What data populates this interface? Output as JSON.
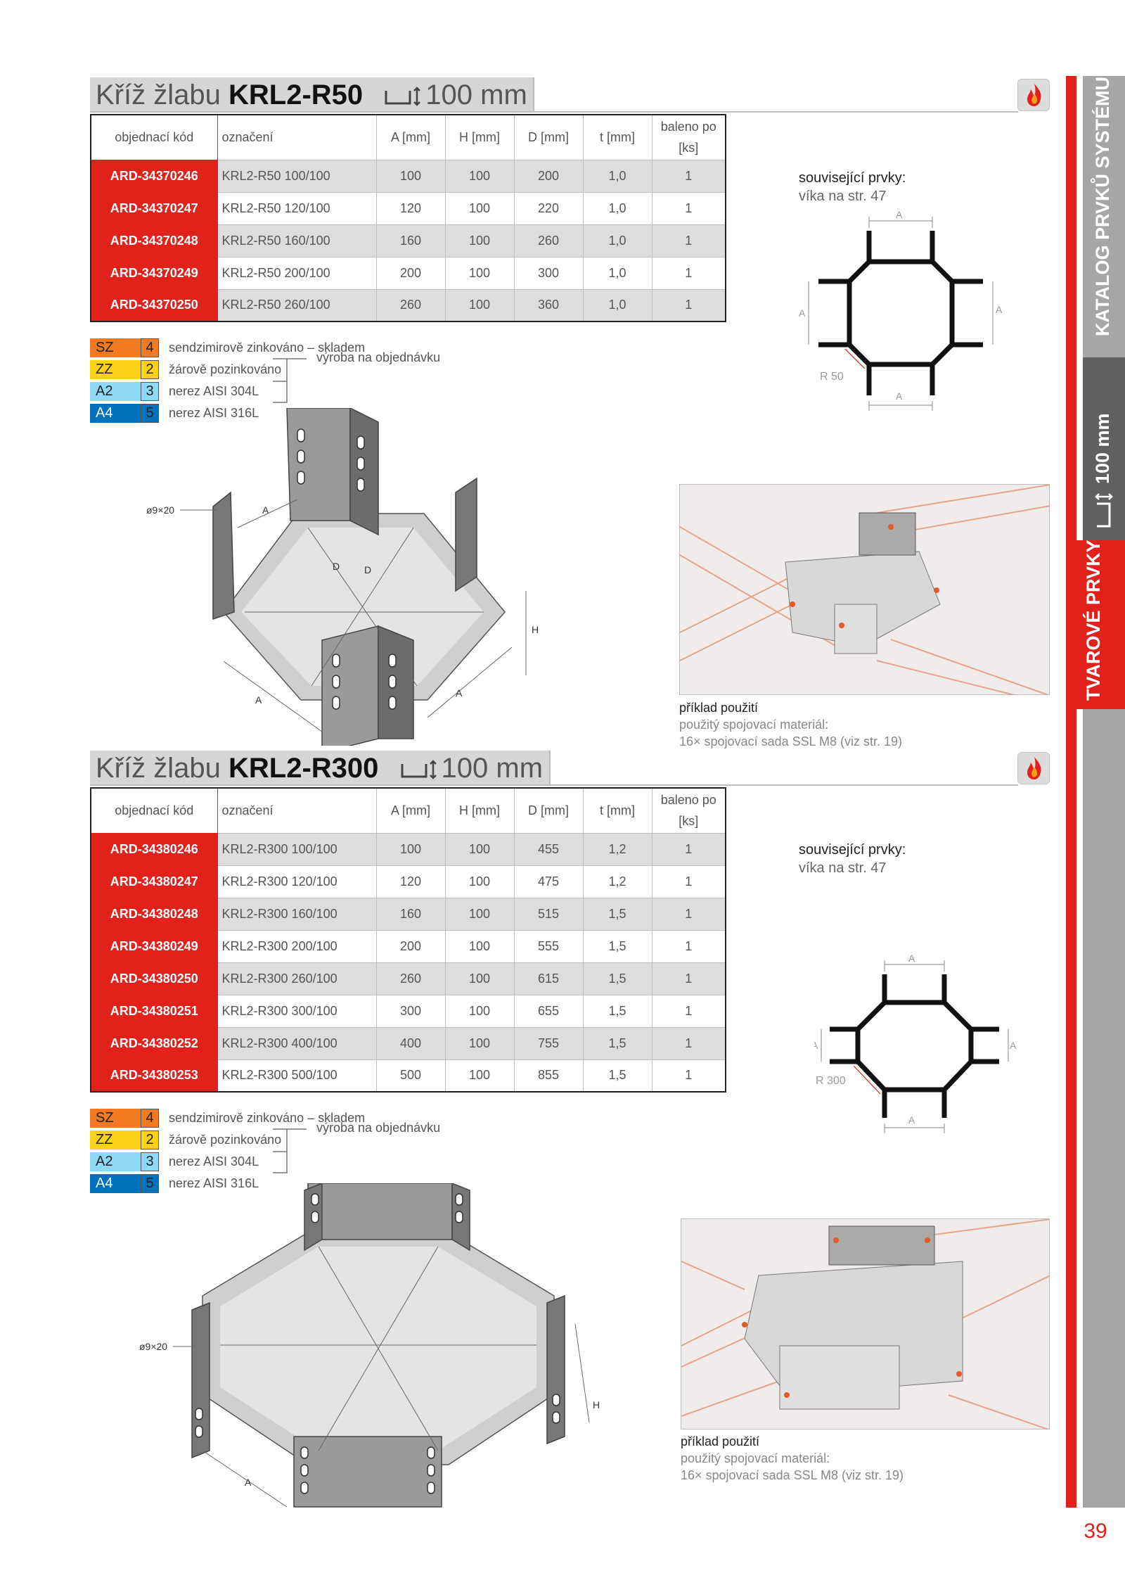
{
  "page_number": "39",
  "sidebar": {
    "catalog": "KATALOG PRVKŮ SYSTÉMU",
    "height": "100 mm",
    "category": "TVAROVÉ PRVKY"
  },
  "legend": {
    "items": [
      {
        "code": "SZ",
        "num": "4",
        "text": "sendzimirově zinkováno – skladem",
        "color": "#f47a21"
      },
      {
        "code": "ZZ",
        "num": "2",
        "text": "žárově pozinkováno",
        "color": "#fcd116"
      },
      {
        "code": "A2",
        "num": "3",
        "text": "nerez AISI 304L",
        "color": "#8ed8f8"
      },
      {
        "code": "A4",
        "num": "5",
        "text": "nerez AISI 316L",
        "color": "#0072bc"
      }
    ],
    "order_note": "výroba na objednávku"
  },
  "table_headers": {
    "code": "objednací kód",
    "name": "označení",
    "a": "A [mm]",
    "h": "H [mm]",
    "d": "D [mm]",
    "t": "t [mm]",
    "pack_line1": "baleno po",
    "pack_line2": "[ks]"
  },
  "section1": {
    "title_prefix": "Kříž žlabu",
    "title_model": "KRL2-R50",
    "title_height": "100 mm",
    "rows": [
      [
        "ARD-34370246",
        "KRL2-R50 100/100",
        "100",
        "100",
        "200",
        "1,0",
        "1"
      ],
      [
        "ARD-34370247",
        "KRL2-R50 120/100",
        "120",
        "100",
        "220",
        "1,0",
        "1"
      ],
      [
        "ARD-34370248",
        "KRL2-R50 160/100",
        "160",
        "100",
        "260",
        "1,0",
        "1"
      ],
      [
        "ARD-34370249",
        "KRL2-R50 200/100",
        "200",
        "100",
        "300",
        "1,0",
        "1"
      ],
      [
        "ARD-34370250",
        "KRL2-R50 260/100",
        "260",
        "100",
        "360",
        "1,0",
        "1"
      ]
    ],
    "related_title": "související prvky:",
    "related_sub": "víka na str. 47",
    "radius_label": "R 50",
    "dim_a": "A",
    "hole_label": "ø9×20",
    "iso_a": "A",
    "iso_d": "D",
    "iso_h": "H",
    "example_title": "příklad použití",
    "example_l1": "použitý spojovací materiál:",
    "example_l2": "16× spojovací sada SSL M8 (viz str. 19)"
  },
  "section2": {
    "title_prefix": "Kříž žlabu",
    "title_model": "KRL2-R300",
    "title_height": "100 mm",
    "rows": [
      [
        "ARD-34380246",
        "KRL2-R300 100/100",
        "100",
        "100",
        "455",
        "1,2",
        "1"
      ],
      [
        "ARD-34380247",
        "KRL2-R300 120/100",
        "120",
        "100",
        "475",
        "1,2",
        "1"
      ],
      [
        "ARD-34380248",
        "KRL2-R300 160/100",
        "160",
        "100",
        "515",
        "1,5",
        "1"
      ],
      [
        "ARD-34380249",
        "KRL2-R300 200/100",
        "200",
        "100",
        "555",
        "1,5",
        "1"
      ],
      [
        "ARD-34380250",
        "KRL2-R300 260/100",
        "260",
        "100",
        "615",
        "1,5",
        "1"
      ],
      [
        "ARD-34380251",
        "KRL2-R300 300/100",
        "300",
        "100",
        "655",
        "1,5",
        "1"
      ],
      [
        "ARD-34380252",
        "KRL2-R300 400/100",
        "400",
        "100",
        "755",
        "1,5",
        "1"
      ],
      [
        "ARD-34380253",
        "KRL2-R300 500/100",
        "500",
        "100",
        "855",
        "1,5",
        "1"
      ]
    ],
    "related_title": "související prvky:",
    "related_sub": "víka na str. 47",
    "radius_label": "R 300",
    "dim_a": "A",
    "hole_label": "ø9×20",
    "iso_a": "A",
    "iso_h": "H",
    "example_title": "příklad použití",
    "example_l1": "použitý spojovací materiál:",
    "example_l2": "16× spojovací sada SSL M8 (viz str. 19)"
  }
}
